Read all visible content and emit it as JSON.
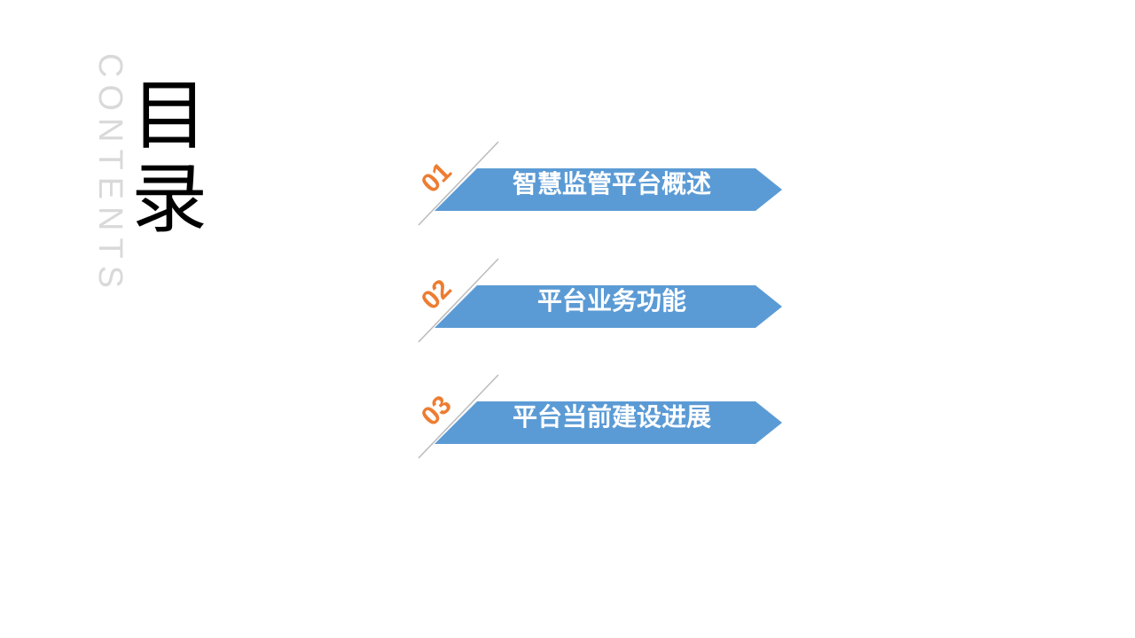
{
  "heading": {
    "en": "CONTENTS",
    "zh": "目录"
  },
  "colors": {
    "accent": "#5b9bd5",
    "number": "#ed7d31"
  },
  "items": [
    {
      "num": "01",
      "label": "智慧监管平台概述"
    },
    {
      "num": "02",
      "label": "平台业务功能"
    },
    {
      "num": "03",
      "label": "平台当前建设进展"
    }
  ]
}
